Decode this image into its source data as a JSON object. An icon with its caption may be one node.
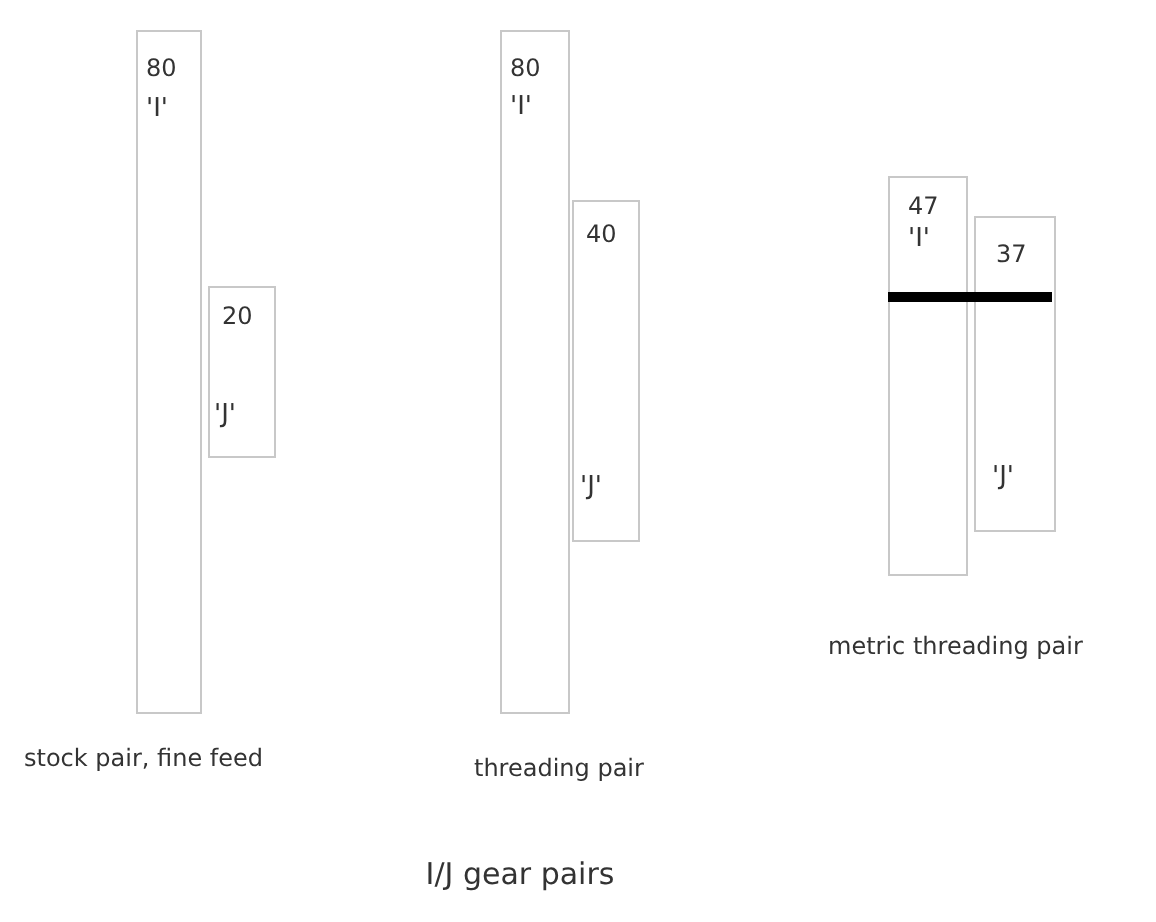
{
  "diagram": {
    "caption": "I/J gear pairs",
    "nodes": [
      {
        "text": [
          "80",
          "'I'"
        ]
      },
      {
        "text": [
          "20",
          "'J'"
        ]
      },
      {
        "text": [
          "80",
          "'I'"
        ]
      },
      {
        "text": [
          "40",
          "'J'"
        ]
      },
      {
        "text": [
          "47",
          "'I'"
        ]
      },
      {
        "text": [
          "37",
          "'J'"
        ]
      }
    ],
    "labels": [
      "stock pair, fine feed",
      "threading pair",
      "metric threading pair"
    ]
  }
}
